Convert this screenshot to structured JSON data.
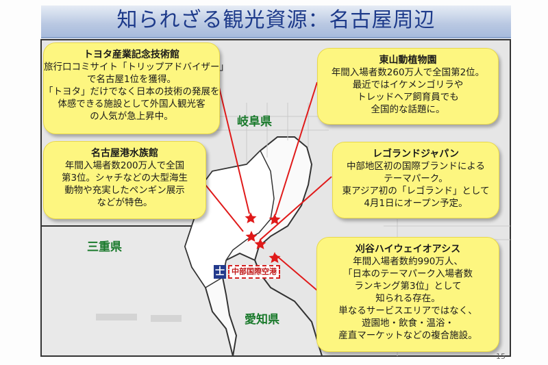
{
  "title": "知られざる観光資源：名古屋周辺",
  "page_number": "15",
  "prefectures": {
    "gifu": "岐阜県",
    "mie": "三重県",
    "aichi": "愛知県"
  },
  "airport": {
    "label": "中部国際空港",
    "icon": "airport-icon"
  },
  "callouts": {
    "toyota": {
      "name": "トヨタ産業記念技術館",
      "lines": [
        "旅行口コミサイト「トリップアドバイザー」",
        "で名古屋1位を獲得。",
        "「トヨタ」だけでなく日本の技術の発展を",
        "体感できる施設として外国人観光客",
        "の人気が急上昇中。"
      ]
    },
    "aquarium": {
      "name": "名古屋港水族館",
      "lines": [
        "年間入場者数200万人で全国",
        "第3位。シャチなどの大型海生",
        "動物や充実したペンギン展示",
        "などが特色。"
      ]
    },
    "higashiyama": {
      "name": "東山動植物園",
      "lines": [
        "年間入場者数260万人で全国第2位。",
        "最近ではイケメンゴリラや",
        "トレッドヘア飼育員でも",
        "全国的な話題に。"
      ]
    },
    "legoland": {
      "name": "レゴランドジャパン",
      "lines": [
        "中部地区初の国際ブランドによる",
        "テーマパーク。",
        "東アジア初の「レゴランド」として",
        "4月1日にオープン予定。"
      ]
    },
    "kariya": {
      "name": "刈谷ハイウェイオアシス",
      "lines": [
        "年間入場者数約990万人、",
        "「日本のテーマパーク入場者数",
        "ランキング第3位」として",
        "知られる存在。",
        "単なるサービスエリアではなく、",
        "遊園地・飲食・温浴・",
        "産直マーケットなどの複合施設。"
      ]
    }
  },
  "colors": {
    "callout_fill": "#fdf680",
    "title_text": "#1d3a8a",
    "prefecture_text": "#1a7a2c",
    "marker": "#e01a1a"
  }
}
